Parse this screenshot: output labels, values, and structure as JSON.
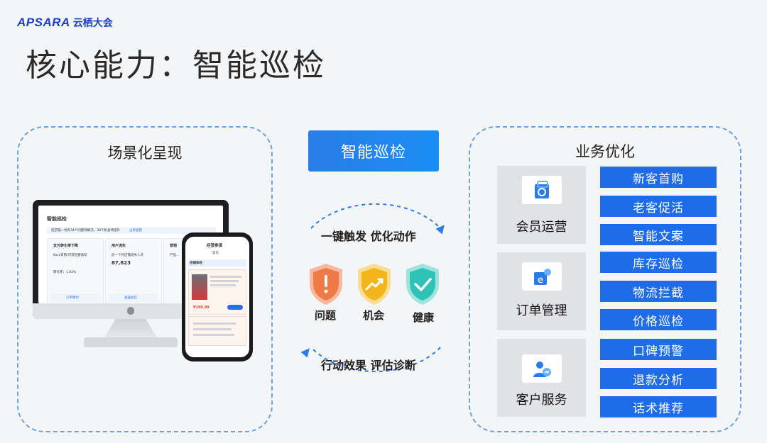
{
  "brand": {
    "word": "APSARA",
    "cn": "云栖大会"
  },
  "title": "核心能力：智能巡检",
  "left_panel": {
    "title": "场景化呈现",
    "monitor": {
      "header": "智能巡检",
      "notice": "您店铺一共有34个问题待解决，38个机会待提升",
      "notice_link": "立即查看",
      "cards": [
        {
          "title": "支付转化率下降",
          "line1": "Kara可购/可可轻奢表欢",
          "line2": "转化率：1.03%",
          "btn": "订单催付"
        },
        {
          "title": "用户流失",
          "line1": "近一个月店铺流失人次",
          "line2": "87,823",
          "btn": "发送短信"
        },
        {
          "title": "营销",
          "line1": "产品...",
          "line2": "",
          "btn": ""
        }
      ]
    },
    "phone": {
      "header": "经营参谋",
      "tab": "首页",
      "section": "店铺体检",
      "price": "¥199.99"
    }
  },
  "center": {
    "button": "智能巡检",
    "top_phrase": "一键触发 优化动作",
    "bottom_phrase": "行动效果 评估诊断",
    "states": [
      {
        "label": "问题",
        "icon": "exclamation-shield-icon",
        "color": "#f07a45"
      },
      {
        "label": "机会",
        "icon": "trend-up-shield-icon",
        "color": "#f2b51c"
      },
      {
        "label": "健康",
        "icon": "check-shield-icon",
        "color": "#2fc3b8"
      }
    ]
  },
  "right_panel": {
    "title": "业务优化",
    "groups": [
      {
        "label": "会员运营",
        "icon": "member-bag-icon",
        "items": [
          "新客首购",
          "老客促活",
          "智能文案"
        ]
      },
      {
        "label": "订单管理",
        "icon": "order-e-icon",
        "items": [
          "库存巡检",
          "物流拦截",
          "价格巡检"
        ]
      },
      {
        "label": "客户服务",
        "icon": "customer-service-icon",
        "items": [
          "口碑预警",
          "退款分析",
          "话术推荐"
        ]
      }
    ]
  },
  "colors": {
    "accent": "#1e6ce8",
    "dashed": "#6aa3e0",
    "group_bg": "#e1e2e5"
  }
}
